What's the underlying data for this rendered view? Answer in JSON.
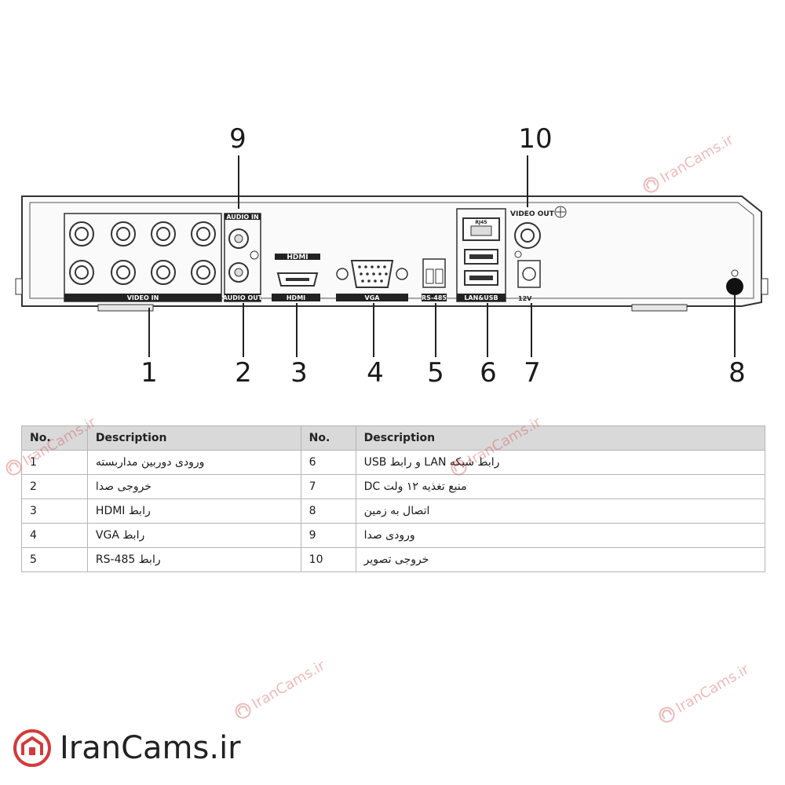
{
  "diagram": {
    "callouts": [
      "1",
      "2",
      "3",
      "4",
      "5",
      "6",
      "7",
      "8",
      "9",
      "10"
    ],
    "panel_labels": {
      "video_in": "VIDEO IN",
      "audio_in": "AUDIO IN",
      "audio_out": "AUDIO OUT",
      "hdmi": "HDMI",
      "hdmi_logo": "HDMI",
      "vga": "VGA",
      "rs485": "RS-485",
      "lan_usb": "LAN&USB",
      "video_out": "VIDEO OUT",
      "power": "12V",
      "lan_port": "RJ45"
    }
  },
  "table": {
    "headers": [
      "No.",
      "Description",
      "No.",
      "Description"
    ],
    "rows": [
      {
        "left_no": "1",
        "left_desc": "ورودی دوربین مداربسته",
        "right_no": "6",
        "right_desc": "رابط شبکه LAN و رابط USB"
      },
      {
        "left_no": "2",
        "left_desc": "خروجی صدا",
        "right_no": "7",
        "right_desc": "منبع تغذیه ۱۲ ولت DC"
      },
      {
        "left_no": "3",
        "left_desc": "رابط HDMI",
        "right_no": "8",
        "right_desc": "اتصال به زمین"
      },
      {
        "left_no": "4",
        "left_desc": "رابط VGA",
        "right_no": "9",
        "right_desc": "ورودی صدا"
      },
      {
        "left_no": "5",
        "left_desc": "رابط RS-485",
        "right_no": "10",
        "right_desc": "خروجی تصویر"
      }
    ]
  },
  "brand": {
    "name": "IranCams.ir",
    "watermark": "IranCams.ir",
    "accent_color": "#d43a3a"
  }
}
